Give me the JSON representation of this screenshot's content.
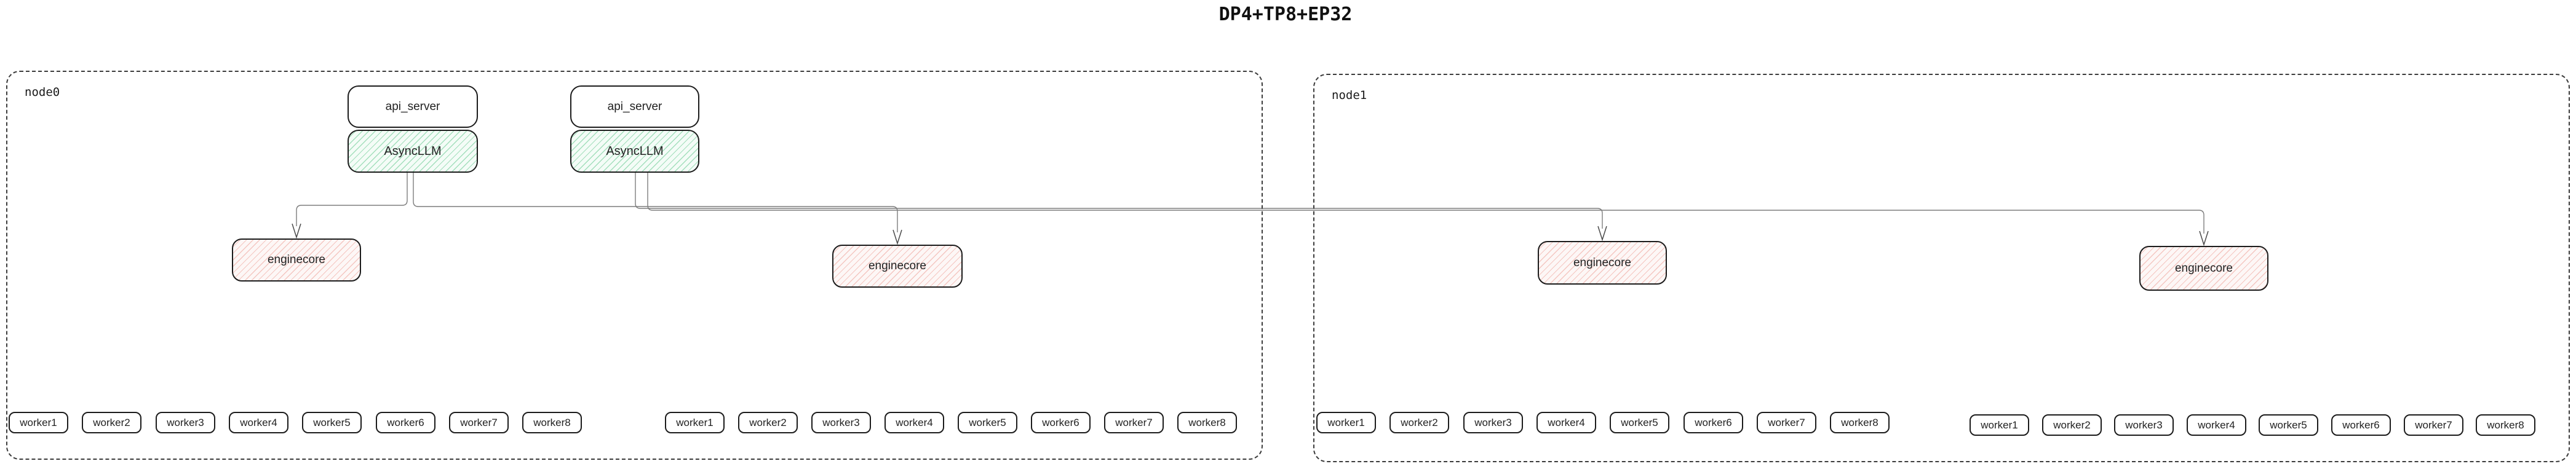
{
  "title": "DP4+TP8+EP32",
  "colors": {
    "background": "#ffffff",
    "box_border": "#1c1c1c",
    "node_border": "#3c3c3c",
    "asyncllm_fill": "#f4fcf7",
    "asyncllm_hatch": "#60c78b",
    "enginecore_fill": "#fdf7f6",
    "enginecore_hatch": "#ec968c",
    "edge_line": "#7d7d7d",
    "text": "#111111"
  },
  "diagram": {
    "type": "flowchart",
    "edges": [
      {
        "from": "node0.AsyncLLM.0",
        "to": "node0.enginecore.0"
      },
      {
        "from": "node0.AsyncLLM.0",
        "to": "node0.enginecore.1"
      },
      {
        "from": "node0.AsyncLLM.1",
        "to": "node1.enginecore.0"
      },
      {
        "from": "node0.AsyncLLM.1",
        "to": "node1.enginecore.1"
      }
    ]
  },
  "nodes": [
    {
      "label": "node0",
      "stacks": [
        {
          "api": "api_server",
          "llm": "AsyncLLM"
        },
        {
          "api": "api_server",
          "llm": "AsyncLLM"
        }
      ],
      "enginecores": [
        {
          "label": "enginecore"
        },
        {
          "label": "enginecore"
        }
      ],
      "worker_groups": [
        {
          "workers": [
            "worker1",
            "worker2",
            "worker3",
            "worker4",
            "worker5",
            "worker6",
            "worker7",
            "worker8"
          ]
        },
        {
          "workers": [
            "worker1",
            "worker2",
            "worker3",
            "worker4",
            "worker5",
            "worker6",
            "worker7",
            "worker8"
          ]
        }
      ]
    },
    {
      "label": "node1",
      "stacks": [],
      "enginecores": [
        {
          "label": "enginecore"
        },
        {
          "label": "enginecore"
        }
      ],
      "worker_groups": [
        {
          "workers": [
            "worker1",
            "worker2",
            "worker3",
            "worker4",
            "worker5",
            "worker6",
            "worker7",
            "worker8"
          ]
        },
        {
          "workers": [
            "worker1",
            "worker2",
            "worker3",
            "worker4",
            "worker5",
            "worker6",
            "worker7",
            "worker8"
          ]
        }
      ]
    }
  ]
}
